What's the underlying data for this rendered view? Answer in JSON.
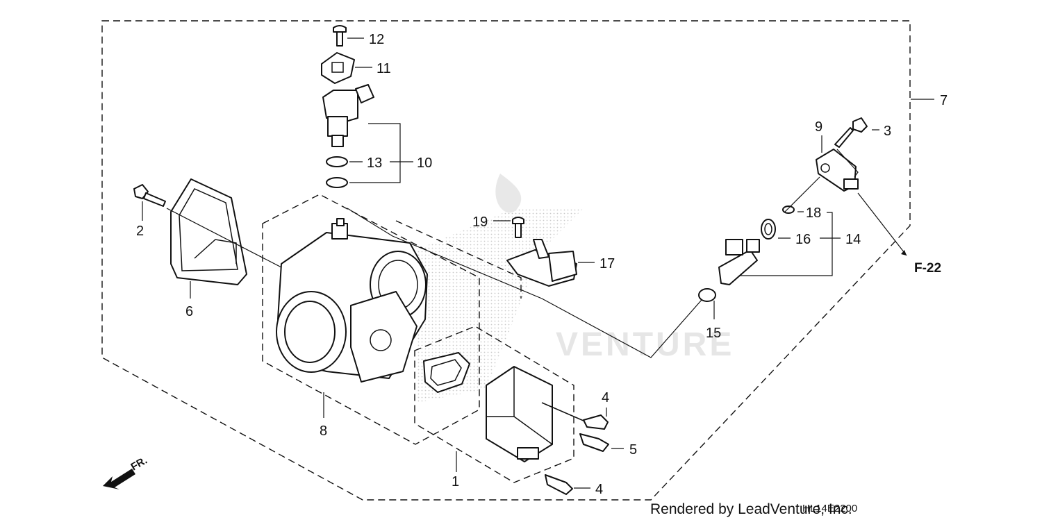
{
  "diagram": {
    "callouts": {
      "c1": "1",
      "c2": "2",
      "c3": "3",
      "c4a": "4",
      "c4b": "4",
      "c5": "5",
      "c6": "6",
      "c7": "7",
      "c8": "8",
      "c9": "9",
      "c10": "10",
      "c11": "11",
      "c12": "12",
      "c13": "13",
      "c14": "14",
      "c15": "15",
      "c16": "16",
      "c17": "17",
      "c18": "18",
      "c19": "19"
    },
    "reference": "F-22",
    "direction_label": "FR.",
    "diagram_code": "HL14E2200",
    "credit": "Rendered by LeadVenture, Inc.",
    "watermark": "VENTURE"
  }
}
